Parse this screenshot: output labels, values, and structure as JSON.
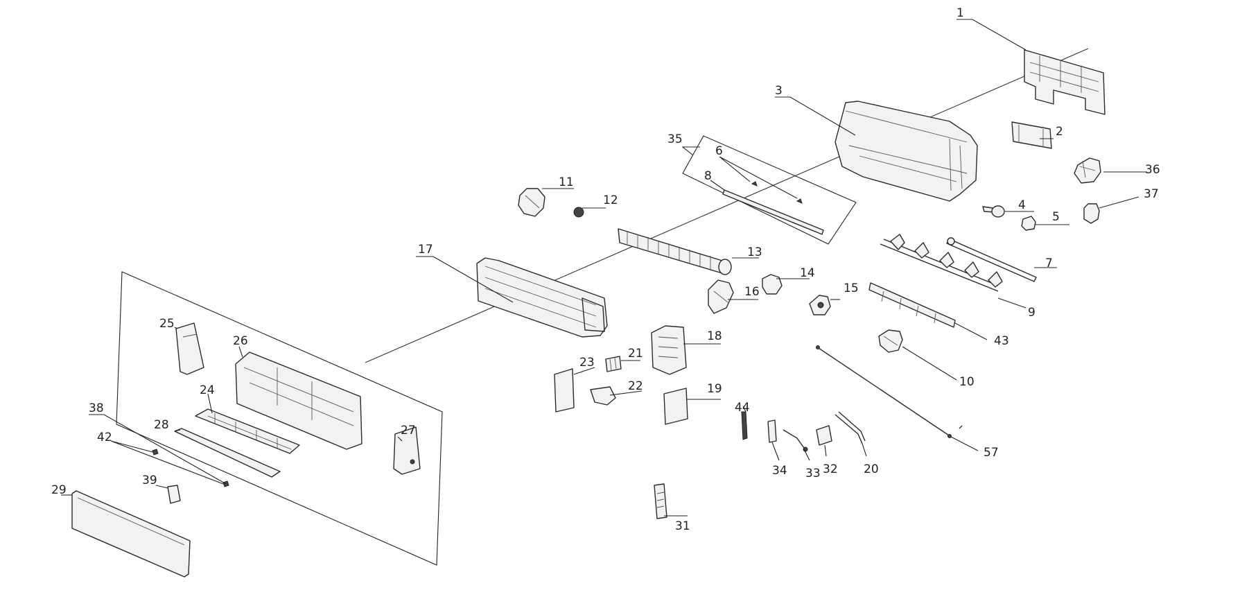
{
  "parts": {
    "p1": "1",
    "p2": "2",
    "p3": "3",
    "p4": "4",
    "p5": "5",
    "p6": "6",
    "p7": "7",
    "p8": "8",
    "p9": "9",
    "p10": "10",
    "p11": "11",
    "p12": "12",
    "p13": "13",
    "p14": "14",
    "p15": "15",
    "p16": "16",
    "p17": "17",
    "p18": "18",
    "p19": "19",
    "p20": "20",
    "p21": "21",
    "p22": "22",
    "p23": "23",
    "p24": "24",
    "p25": "25",
    "p26": "26",
    "p27": "27",
    "p28": "28",
    "p29": "29",
    "p31": "31",
    "p32": "32",
    "p33": "33",
    "p34": "34",
    "p35": "35",
    "p36": "36",
    "p37": "37",
    "p38": "38",
    "p39": "39",
    "p42": "42",
    "p43": "43",
    "p44": "44",
    "p57": "57"
  }
}
